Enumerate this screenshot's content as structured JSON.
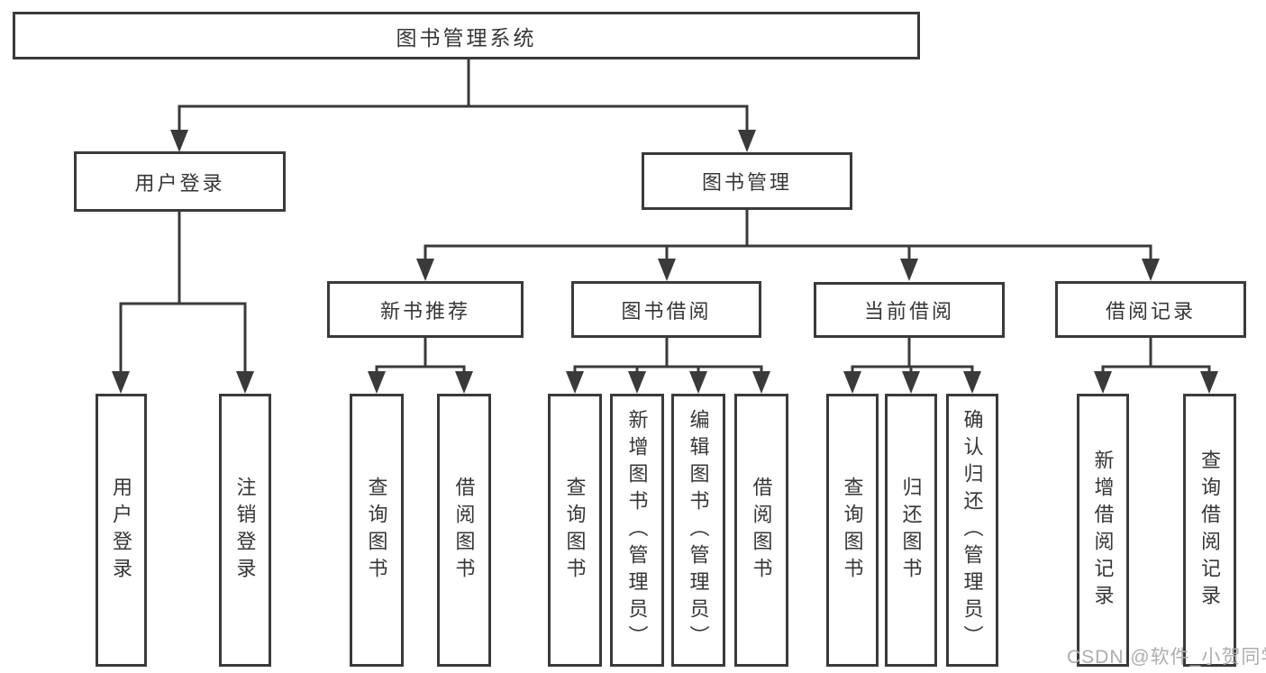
{
  "nodes": {
    "root": "图书管理系统",
    "l2": [
      "用户登录",
      "图书管理"
    ],
    "l3": [
      "新书推荐",
      "图书借阅",
      "当前借阅",
      "借阅记录"
    ],
    "leaves_login": [
      "用户登录",
      "注销登录"
    ],
    "leaves_recommend": [
      "查询图书",
      "借阅图书"
    ],
    "leaves_borrow": [
      "查询图书",
      "新增图书（管理员）",
      "编辑图书（管理员）",
      "借阅图书"
    ],
    "leaves_current": [
      "查询图书",
      "归还图书",
      "确认归还（管理员）"
    ],
    "leaves_records": [
      "新增借阅记录",
      "查询借阅记录"
    ]
  },
  "watermark": "CSDN @软件_小贺同学",
  "colors": {
    "line": "#3a3a3a",
    "text": "#363636",
    "watermark": "#adadad",
    "background": "#ffffff"
  }
}
